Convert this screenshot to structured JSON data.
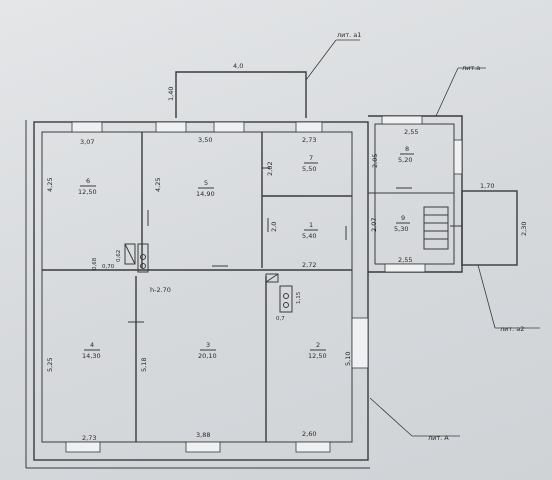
{
  "labels": {
    "lit_a1": "лит. а1",
    "lit_a": "лит.а",
    "lit_A": "лит. А",
    "lit_a2": "лит. а2"
  },
  "dims": {
    "top_4_0": "4,0",
    "side_1_40": "1,40",
    "d_3_07": "3,07",
    "d_3_50": "3,50",
    "d_2_73_top": "2,73",
    "d_2_55_top": "2,55",
    "d_2_05": "2,05",
    "d_1_70": "1,70",
    "d_2_30": "2,30",
    "d_4_25_left": "4,25",
    "d_4_25_mid": "4,25",
    "d_2_02": "2,02",
    "d_2_0": "2,0",
    "d_2_07": "2,07",
    "d_2_55_bot": "2,55",
    "d_2_72": "2,72",
    "d_0_62": "0,62",
    "d_0_68": "0,68",
    "d_0_70": "0,70",
    "d_h_2_70": "h-2.70",
    "d_1_15": "1,15",
    "d_0_7": "0,7",
    "d_5_25": "5,25",
    "d_5_18": "5,18",
    "d_5_10": "5,10",
    "d_2_73_bot": "2,73",
    "d_3_88": "3,88",
    "d_2_60": "2,60"
  },
  "rooms": [
    {
      "num": "6",
      "area": "12,50"
    },
    {
      "num": "5",
      "area": "14,90"
    },
    {
      "num": "7",
      "area": "5,50"
    },
    {
      "num": "8",
      "area": "5,20"
    },
    {
      "num": "1",
      "area": "5,40"
    },
    {
      "num": "9",
      "area": "5,30"
    },
    {
      "num": "4",
      "area": "14,30"
    },
    {
      "num": "3",
      "area": "20,10"
    },
    {
      "num": "2",
      "area": "12,50"
    }
  ]
}
